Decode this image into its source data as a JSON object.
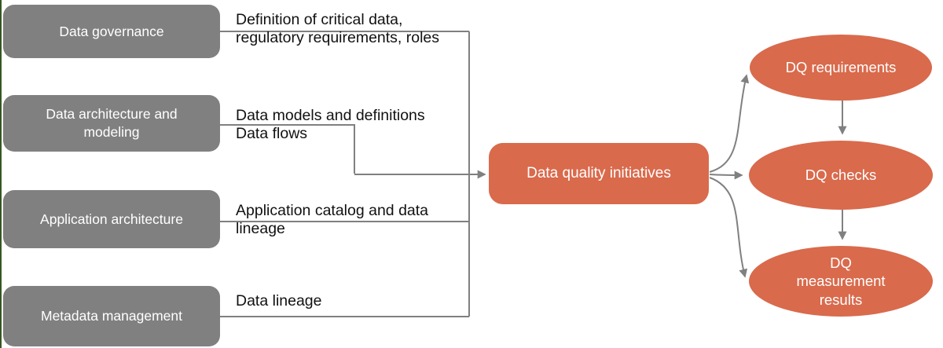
{
  "colors": {
    "box_gray": "#808080",
    "accent": "#D96A4C",
    "connector": "#808080",
    "edge_line": "#375623",
    "label_text": "#111111",
    "box_text": "#FFFFFF",
    "bg": "#FFFFFF"
  },
  "sources": [
    {
      "label": "Data governance",
      "note": "Definition of critical data,\nregulatory requirements, roles"
    },
    {
      "label": "Data architecture and\nmodeling",
      "note": "Data models and definitions\nData flows"
    },
    {
      "label": "Application architecture",
      "note": "Application catalog and data\nlineage"
    },
    {
      "label": "Metadata management",
      "note": "Data lineage"
    }
  ],
  "hub": {
    "label": "Data quality initiatives"
  },
  "outputs": [
    {
      "label": "DQ requirements"
    },
    {
      "label": "DQ checks"
    },
    {
      "label": "DQ\nmeasurement\nresults"
    }
  ]
}
